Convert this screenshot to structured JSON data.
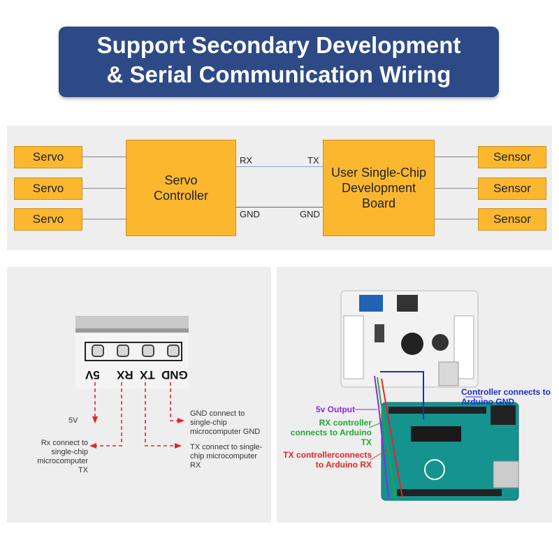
{
  "header": {
    "title_line1": "Support Secondary Development",
    "title_line2": "& Serial Communication Wiring"
  },
  "diagram": {
    "servos": [
      "Servo",
      "Servo",
      "Servo"
    ],
    "controller": "Servo Controller",
    "board": "User Single-Chip Development Board",
    "sensors": [
      "Sensor",
      "Sensor",
      "Sensor"
    ],
    "rx": "RX",
    "tx": "TX",
    "gnd_left": "GND",
    "gnd_right": "GND"
  },
  "pin_header": {
    "pins": [
      "GND",
      "TX",
      "RX",
      "5V"
    ],
    "notes": {
      "v5": "5V",
      "rx": "Rx connect to single-chip microcomputer TX",
      "gnd": "GND connect to single-chip microcomputer GND",
      "tx": "TX connect to single-chip microcomputer RX"
    }
  },
  "arduino_callouts": {
    "gnd": "Controller connects to Arduino GND",
    "v5": "5v Output",
    "rx": "RX controller connects to Arduino TX",
    "tx": "TX controllerconnects to Arduino RX"
  },
  "colors": {
    "banner": "#2d4a86",
    "box": "#fbb82f",
    "red": "#e5252a",
    "green": "#22a83a",
    "purple": "#8a2be2",
    "blue": "#1a2ccc"
  }
}
